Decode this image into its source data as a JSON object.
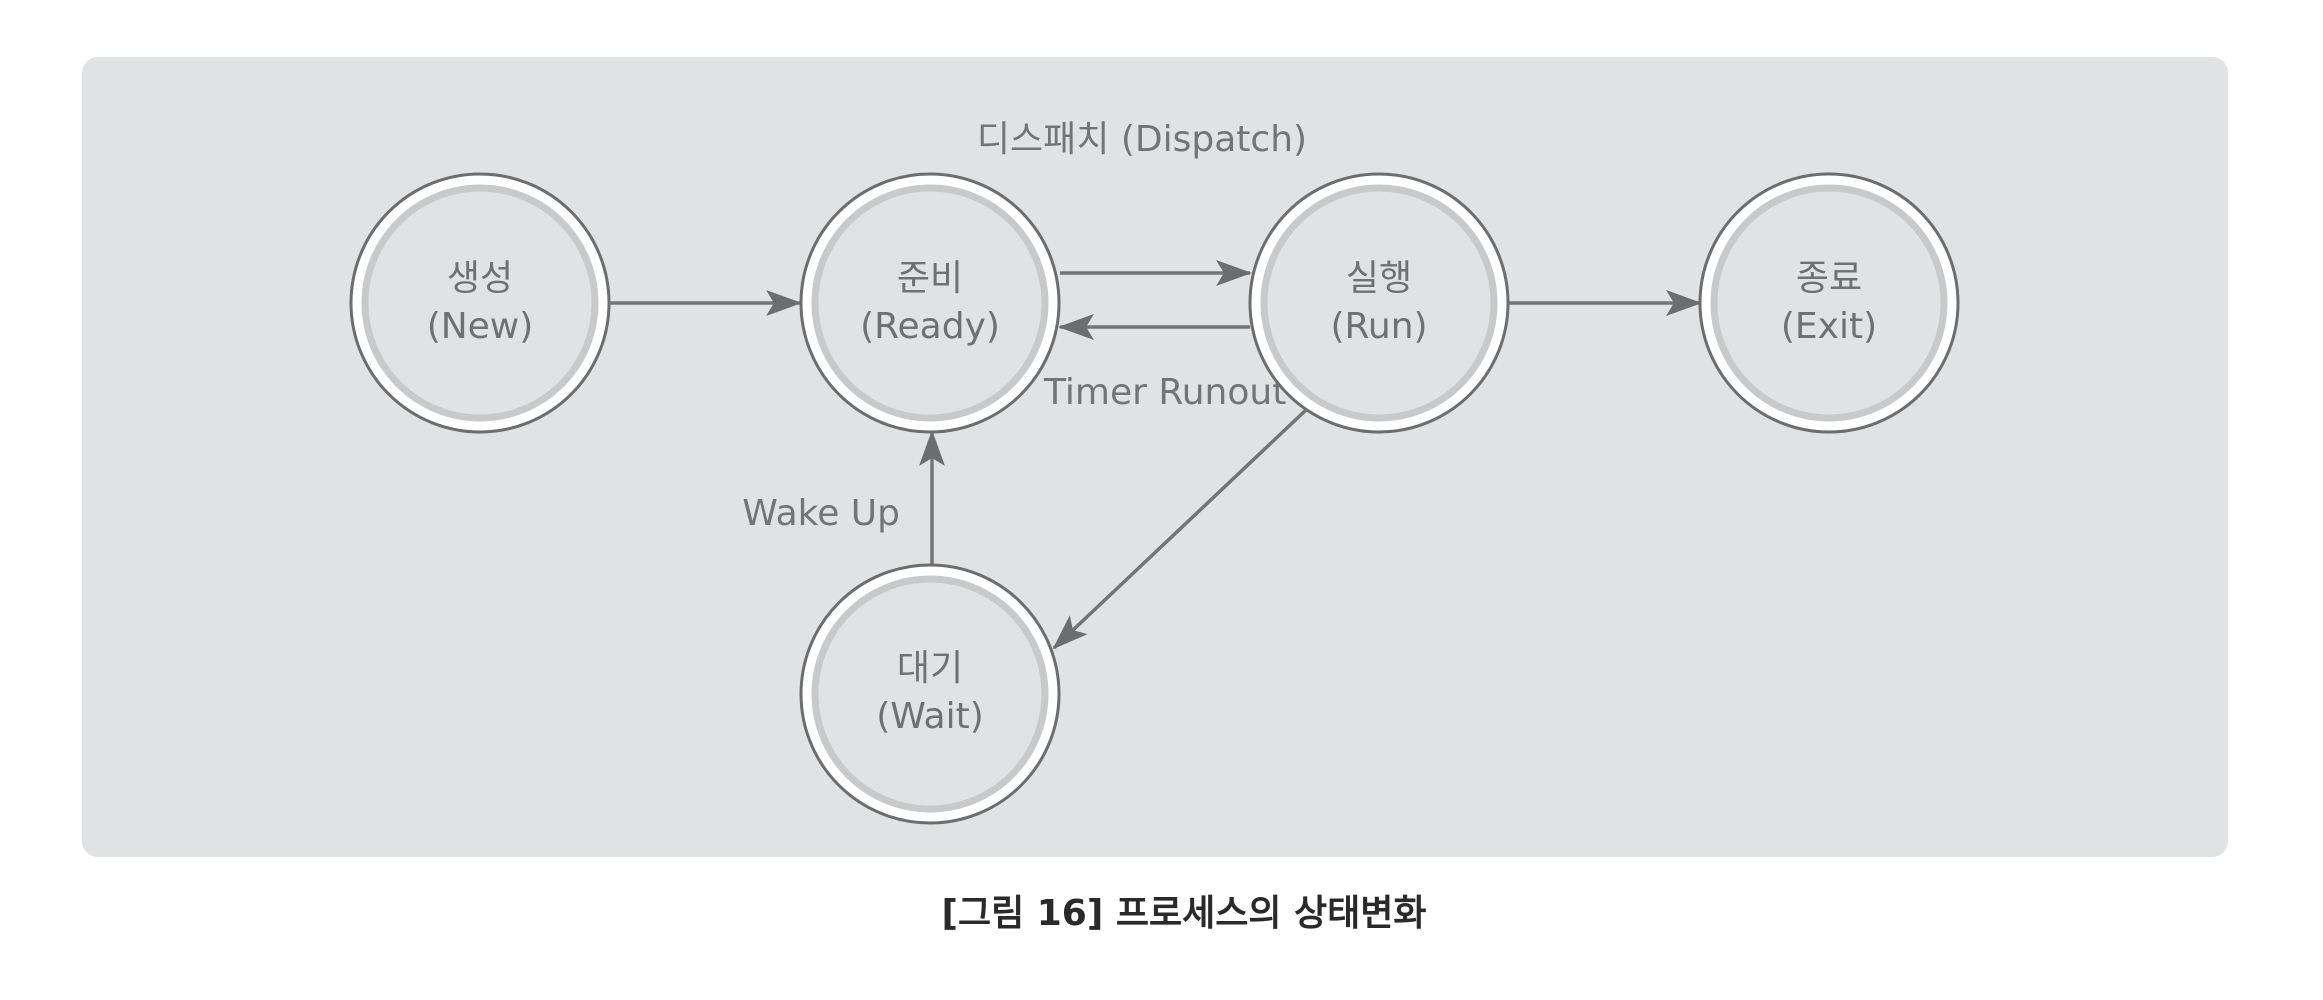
{
  "nodes": {
    "new": {
      "name": "생성",
      "eng": "(New)"
    },
    "ready": {
      "name": "준비",
      "eng": "(Ready)"
    },
    "run": {
      "name": "실행",
      "eng": "(Run)"
    },
    "exit": {
      "name": "종료",
      "eng": "(Exit)"
    },
    "wait": {
      "name": "대기",
      "eng": "(Wait)"
    }
  },
  "edges": {
    "dispatch": "디스패치 (Dispatch)",
    "timer_runout": "Timer Runout",
    "wake_up": "Wake Up"
  },
  "caption": "[그림 16] 프로세스의 상태변화",
  "colors": {
    "panel": "#e1e2e4",
    "ring": "#6c6d6f",
    "text": "#6f7072",
    "caption": "#2a2a2a"
  }
}
